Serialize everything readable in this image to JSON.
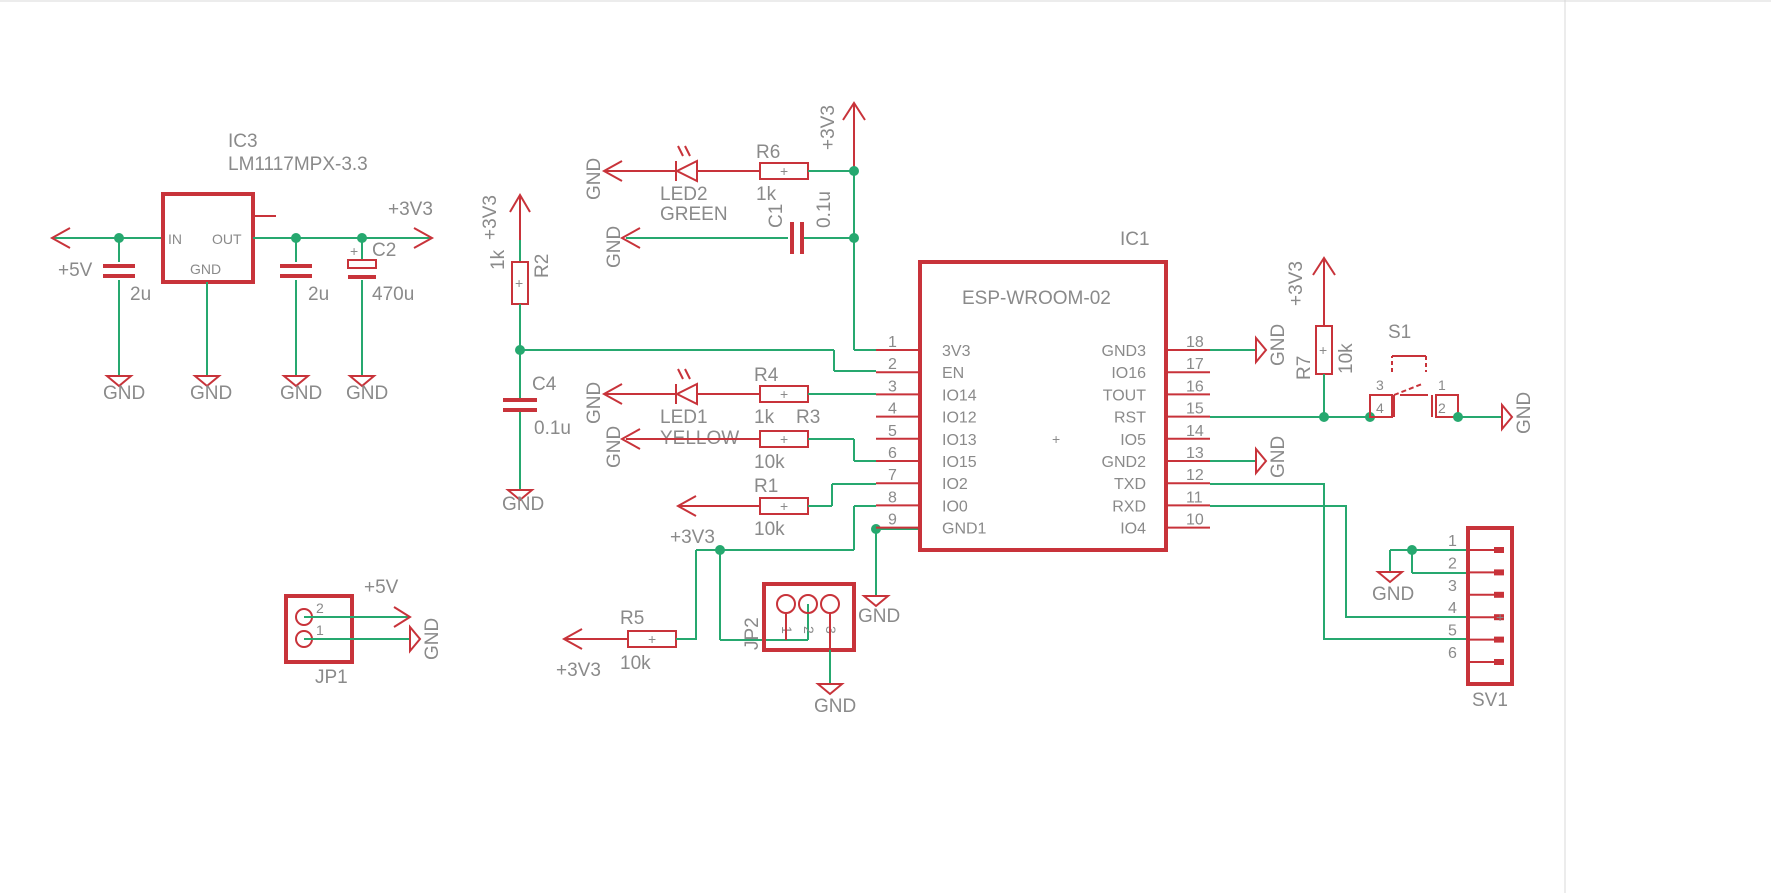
{
  "colors": {
    "symbol": "#c8333a",
    "wire": "#26a86f",
    "text": "#8a8a8a"
  },
  "ic3": {
    "name": "IC3",
    "value": "LM1117MPX-3.3",
    "pin_in": "IN",
    "pin_out": "OUT",
    "pin_gnd": "GND"
  },
  "regulator": {
    "in_supply": "+5V",
    "out_supply": "+3V3",
    "cap_in_value": "2u",
    "cap_out_value": "2u",
    "c2_name": "C2",
    "c2_value": "470u",
    "gnd": "GND"
  },
  "r2": {
    "name": "R2",
    "value": "1k",
    "supply": "+3V3"
  },
  "c4": {
    "name": "C4",
    "value": "0.1u"
  },
  "led2": {
    "name": "LED2",
    "color": "GREEN"
  },
  "led1": {
    "name": "LED1",
    "color": "YELLOW"
  },
  "r6": {
    "name": "R6",
    "value": "1k"
  },
  "r4": {
    "name": "R4",
    "value": "1k"
  },
  "r3": {
    "name": "R3",
    "value": "10k"
  },
  "r1": {
    "name": "R1",
    "value": "10k"
  },
  "r5": {
    "name": "R5",
    "value": "10k"
  },
  "r7": {
    "name": "R7",
    "value": "10k"
  },
  "c1": {
    "name": "C1",
    "value": "0.1u"
  },
  "supply_top": "+3V3",
  "gnd": "GND",
  "plus3v3": "+3V3",
  "plus5v": "+5V",
  "ic1": {
    "name": "IC1",
    "value": "ESP-WROOM-02",
    "left_pins": [
      {
        "num": "1",
        "name": "3V3"
      },
      {
        "num": "2",
        "name": "EN"
      },
      {
        "num": "3",
        "name": "IO14"
      },
      {
        "num": "4",
        "name": "IO12"
      },
      {
        "num": "5",
        "name": "IO13"
      },
      {
        "num": "6",
        "name": "IO15"
      },
      {
        "num": "7",
        "name": "IO2"
      },
      {
        "num": "8",
        "name": "IO0"
      },
      {
        "num": "9",
        "name": "GND1"
      }
    ],
    "right_pins": [
      {
        "num": "18",
        "name": "GND3"
      },
      {
        "num": "17",
        "name": "IO16"
      },
      {
        "num": "16",
        "name": "TOUT"
      },
      {
        "num": "15",
        "name": "RST"
      },
      {
        "num": "14",
        "name": "IO5"
      },
      {
        "num": "13",
        "name": "GND2"
      },
      {
        "num": "12",
        "name": "TXD"
      },
      {
        "num": "11",
        "name": "RXD"
      },
      {
        "num": "10",
        "name": "IO4"
      }
    ]
  },
  "s1": {
    "name": "S1",
    "pin1": "1",
    "pin2": "2",
    "pin3": "3",
    "pin4": "4"
  },
  "jp1": {
    "name": "JP1",
    "pin1": "1",
    "pin2": "2"
  },
  "jp2": {
    "name": "JP2",
    "pin1": "1",
    "pin2": "2",
    "pin3": "3"
  },
  "sv1": {
    "name": "SV1",
    "pins": [
      "1",
      "2",
      "3",
      "4",
      "5",
      "6"
    ]
  }
}
